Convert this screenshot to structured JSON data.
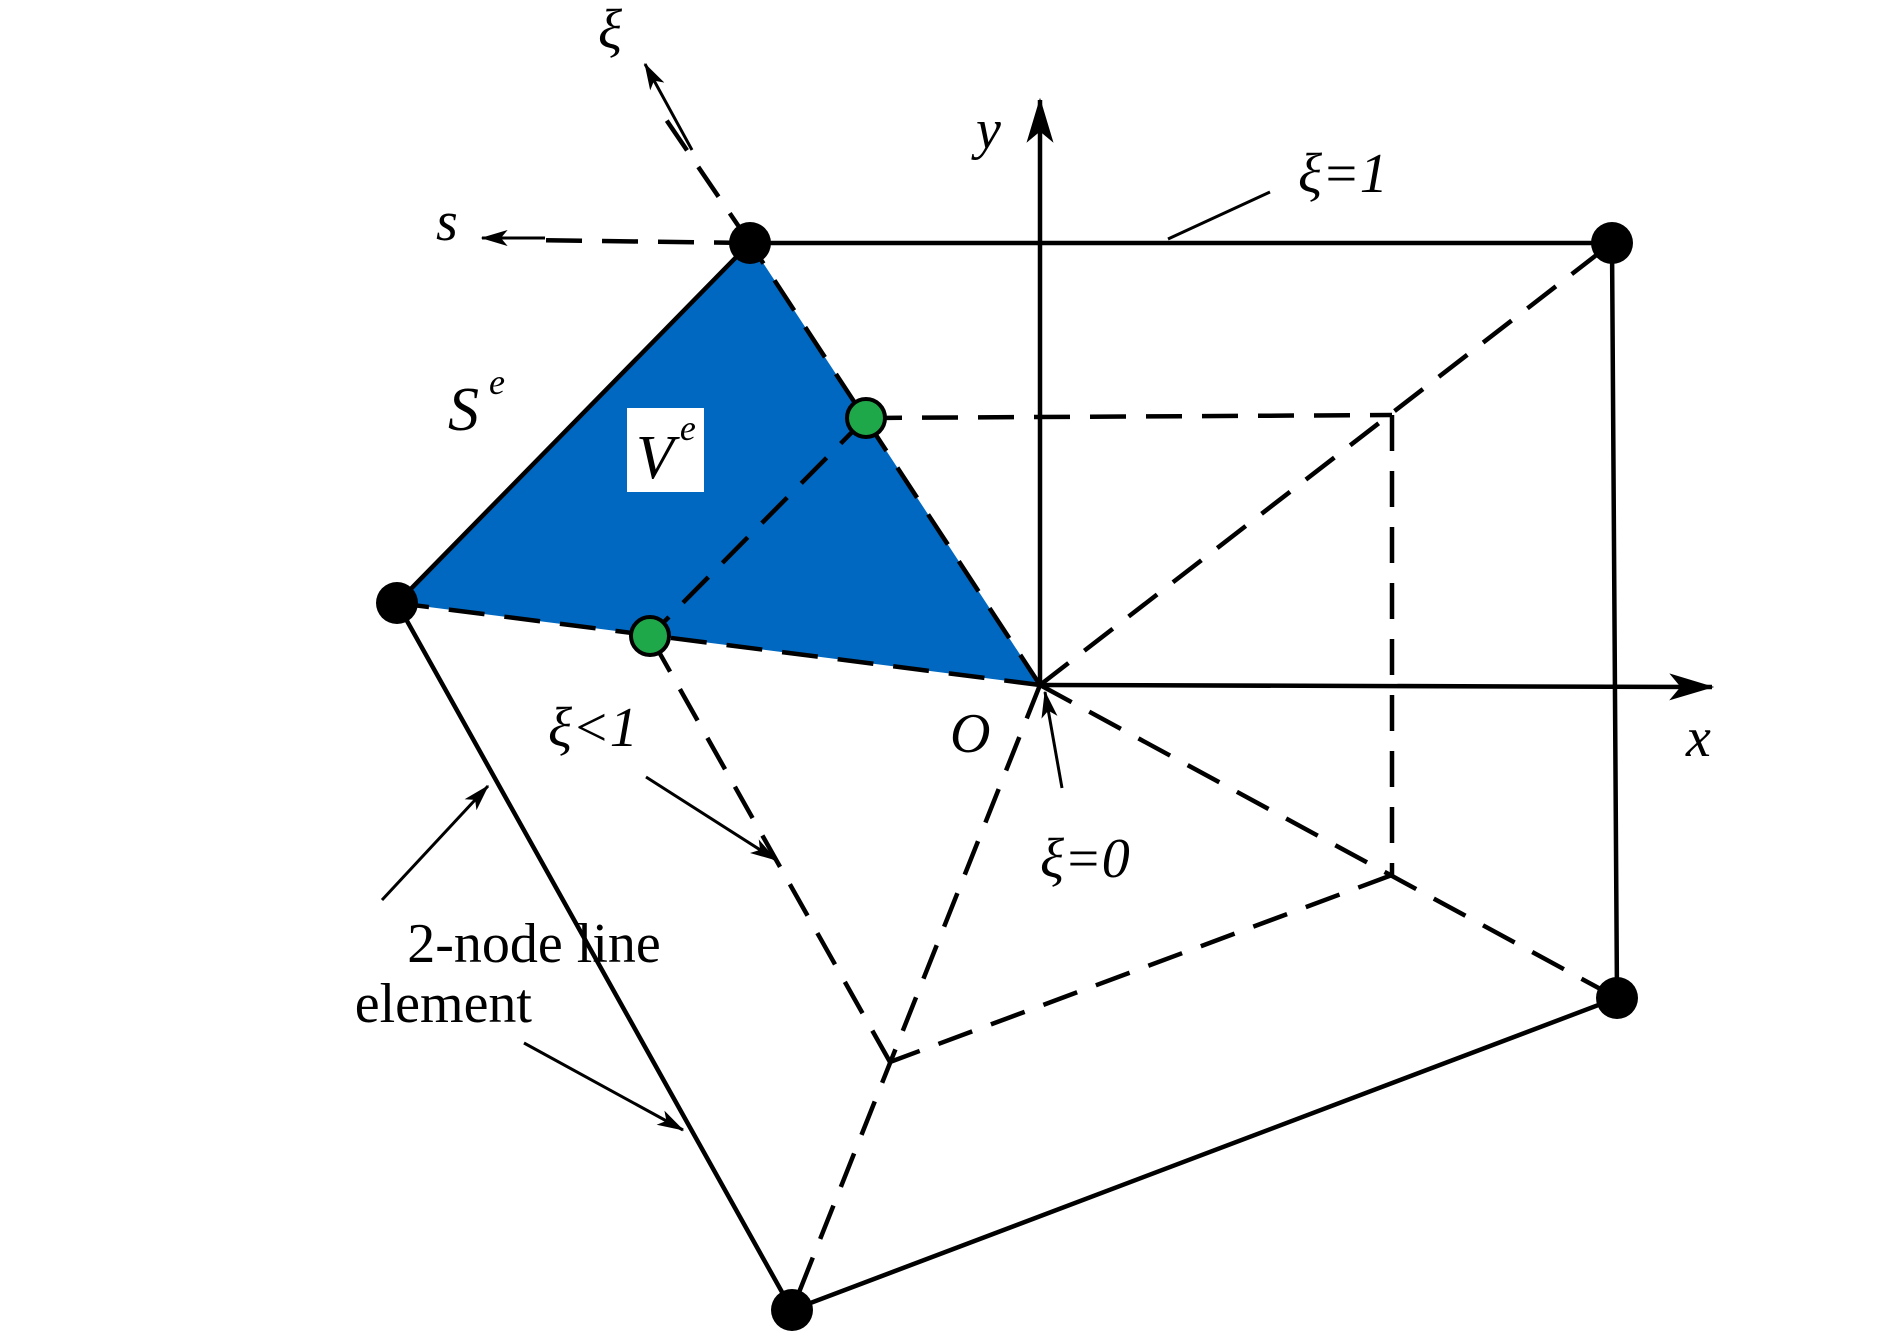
{
  "colors": {
    "element_fill": "#0068c0",
    "node_black": "#000000",
    "node_green": "#1fa84a",
    "background": "#ffffff"
  },
  "labels": {
    "axis_x": "x",
    "axis_y": "y",
    "axis_s": "s",
    "axis_xi": "ξ",
    "origin": "O",
    "xi_eq_1": "ξ=1",
    "xi_lt_1": "ξ<1",
    "xi_eq_0": "ξ=0",
    "boundary_main": "S",
    "boundary_sup": "e",
    "volume_main": "V",
    "volume_sup": "e",
    "line_element_1": "2-node line",
    "line_element_2": "element"
  }
}
